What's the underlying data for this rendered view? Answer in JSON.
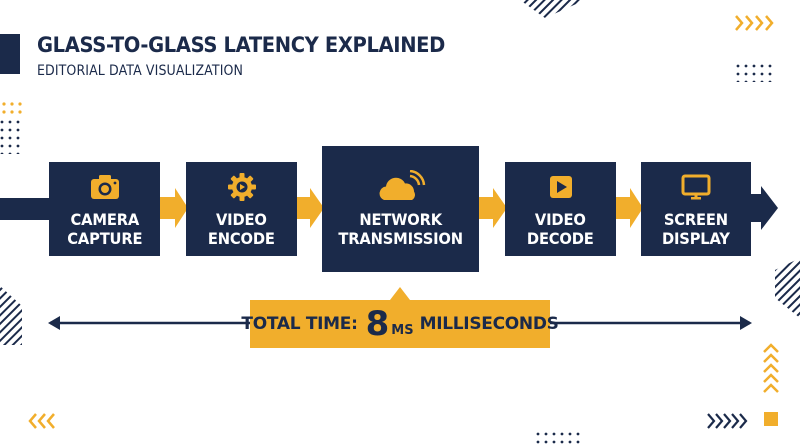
{
  "header": {
    "title": "GLASS-TO-GLASS LATENCY EXPLAINED",
    "subtitle": "EDITORIAL DATA VISUALIZATION"
  },
  "stages": [
    {
      "label": "CAMERA\nCAPTURE",
      "icon": "camera-icon"
    },
    {
      "label": "VIDEO\nENCODE",
      "icon": "gear-icon"
    },
    {
      "label": "NETWORK\nTRANSMISSION",
      "icon": "cloud-wifi-icon"
    },
    {
      "label": "VIDEO\nDECODE",
      "icon": "play-icon"
    },
    {
      "label": "SCREEN\nDISPLAY",
      "icon": "monitor-icon"
    }
  ],
  "total": {
    "prefix": "TOTAL TIME:",
    "value": "8",
    "unit": "MS",
    "suffix": "MILLISECONDS"
  },
  "colors": {
    "navy": "#1b2a4a",
    "gold": "#f1ae2c",
    "background": "#ffffff"
  }
}
